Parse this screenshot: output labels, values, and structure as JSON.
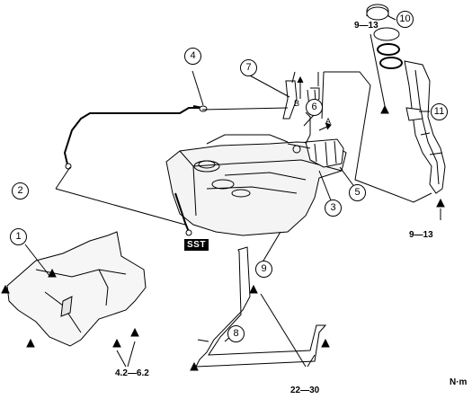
{
  "callouts": {
    "c1": "1",
    "c2": "2",
    "c3": "3",
    "c4": "4",
    "c5": "5",
    "c6": "6",
    "c7": "7",
    "c8": "8",
    "c9": "9",
    "c10": "10",
    "c11": "11"
  },
  "torque": {
    "filler_bolt_top": "9—13",
    "filler_bolt_bottom": "9—13",
    "guard_bolts": "4.2—6.2",
    "strap_bolts": "22—30"
  },
  "tool_label": "SST",
  "flow_arrows": {
    "a": "A",
    "b": "B"
  },
  "unit_label": "N·m"
}
